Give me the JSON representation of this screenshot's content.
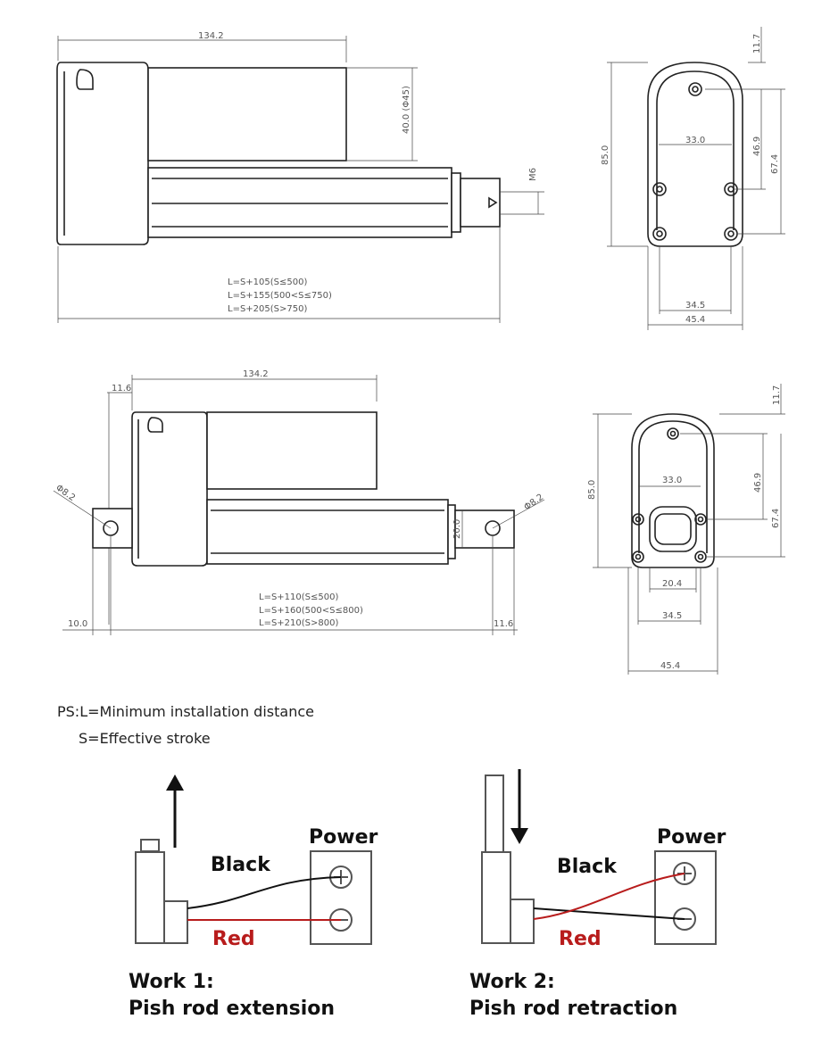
{
  "top_side_view": {
    "overall_length": "134.2",
    "motor_dim": "40.0 (Φ45)",
    "thread": "M6",
    "length_formulas": [
      "L=S+105(S≤500)",
      "L=S+155(500<S≤750)",
      "L=S+205(S>750)"
    ]
  },
  "top_end_view": {
    "top_offset": "11.7",
    "height": "85.0",
    "hole_spacing_h": "33.0",
    "hole_spacing_v1": "46.9",
    "hole_spacing_v2": "67.4",
    "bottom_spacing": "34.5",
    "width": "45.4"
  },
  "bottom_side_view": {
    "overall_length": "134.2",
    "rear_offset": "11.6",
    "rear_hole": "Φ8.2",
    "front_hole": "Φ8.2",
    "rod_end_height": "20.0",
    "rear_clevis": "10.0",
    "front_offset": "11.6",
    "length_formulas": [
      "L=S+110(S≤500)",
      "L=S+160(500<S≤800)",
      "L=S+210(S>800)"
    ]
  },
  "bottom_end_view": {
    "top_offset": "11.7",
    "height": "85.0",
    "hole_spacing_h": "33.0",
    "hole_spacing_v1": "46.9",
    "hole_spacing_v2": "67.4",
    "inner_width": "20.4",
    "bottom_spacing": "34.5",
    "width": "45.4"
  },
  "notes": {
    "line1": "PS:L=Minimum installation distance",
    "line2": "S=Effective stroke"
  },
  "work1": {
    "power_label": "Power",
    "black_label": "Black",
    "red_label": "Red",
    "title_line1": "Work 1:",
    "title_line2": "Pish rod extension"
  },
  "work2": {
    "power_label": "Power",
    "black_label": "Black",
    "red_label": "Red",
    "title_line1": "Work 2:",
    "title_line2": "Pish rod retraction"
  },
  "colors": {
    "red_wire": "#b81c1c",
    "black_wire": "#111111",
    "line": "#222222",
    "dim_line": "#444444"
  }
}
